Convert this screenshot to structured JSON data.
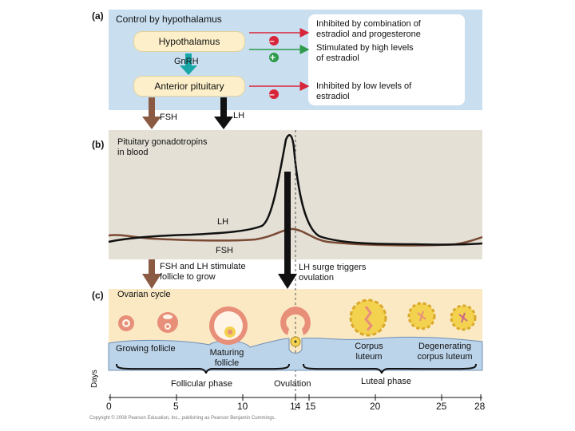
{
  "panel_a": {
    "tag": "(a)",
    "title": "Control by hypothalamus",
    "hypothalamus": "Hypothalamus",
    "gnrh": "GnRH",
    "anterior_pituitary": "Anterior pituitary",
    "minus_sign": "–",
    "plus_sign": "+",
    "note_inhibited_line1": "Inhibited by combination of",
    "note_inhibited_line2": "estradiol and progesterone",
    "note_stimulated_line1": "Stimulated by high levels",
    "note_stimulated_line2": "of estradiol",
    "note_low_line1": "Inhibited by low levels of",
    "note_low_line2": "estradiol",
    "fsh": "FSH",
    "lh": "LH"
  },
  "panel_b": {
    "tag": "(b)",
    "title_line1": "Pituitary gonadotropins",
    "title_line2": "in blood",
    "lh_label": "LH",
    "fsh_label": "FSH",
    "stimulate_line1": "FSH and LH stimulate",
    "stimulate_line2": "follicle to grow",
    "surge_line1": "LH surge triggers",
    "surge_line2": "ovulation"
  },
  "panel_c": {
    "tag": "(c)",
    "title": "Ovarian cycle",
    "growing_follicle": "Growing follicle",
    "maturing_line1": "Maturing",
    "maturing_line2": "follicle",
    "corpus_line1": "Corpus",
    "corpus_line2": "luteum",
    "degenerating_line1": "Degenerating",
    "degenerating_line2": "corpus luteum"
  },
  "phases": {
    "follicular": "Follicular phase",
    "ovulation": "Ovulation",
    "luteal": "Luteal phase"
  },
  "days_axis": {
    "label": "Days",
    "ticks": [
      "0",
      "5",
      "10",
      "14",
      "15",
      "20",
      "25",
      "28"
    ]
  },
  "colors": {
    "lh": "#111111",
    "fsh": "#7a4a34",
    "inhibit_arrow": "#d8253a",
    "stimulate_arrow": "#2e9a4a",
    "gnrh_arrow": "#1aa7a8",
    "follicle": "#e88f7a",
    "corpus_luteum": "#f3d250"
  },
  "copyright": "Copyright © 2008 Pearson Education, Inc., publishing as Pearson Benjamin Cummings."
}
